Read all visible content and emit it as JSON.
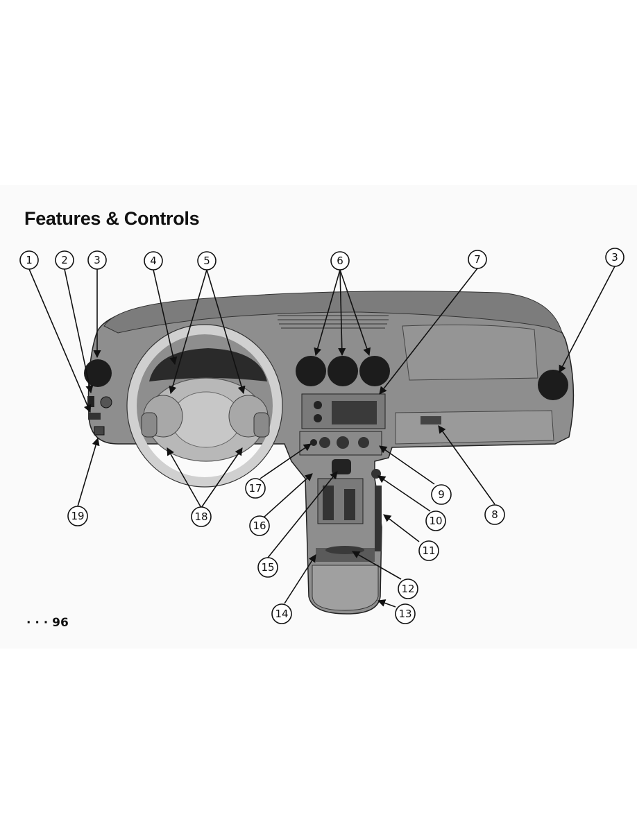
{
  "page": {
    "title": "Features & Controls",
    "page_number": "· · · 96"
  },
  "callouts": [
    "1",
    "2",
    "3",
    "4",
    "5",
    "6",
    "7",
    "3",
    "19",
    "18",
    "17",
    "16",
    "15",
    "14",
    "13",
    "12",
    "11",
    "10",
    "9",
    "8"
  ]
}
